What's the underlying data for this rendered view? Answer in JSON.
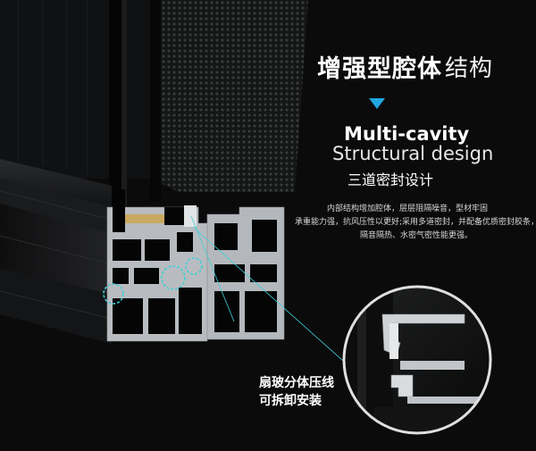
{
  "heading": {
    "bold": "增强型腔体",
    "light": "结构"
  },
  "subtitle_en": {
    "line1": "Multi-cavity",
    "line2": "Structural design"
  },
  "subtitle_cn": "三道密封设计",
  "description": [
    "内部结构增加腔体，层层阻隔噪音，型材牢固",
    "承重能力强，抗风压性以更好;采用多道密封，并配备优质密封胶条，",
    "隔音隔热、水密气密性能更强。"
  ],
  "callout": {
    "line1": "扇玻分体压线",
    "line2": "可拆卸安装"
  },
  "colors": {
    "background": "#0b0b0c",
    "accent": "#1fa7e0",
    "profile": "#c9cdd1",
    "gasket": "#c9a860"
  }
}
